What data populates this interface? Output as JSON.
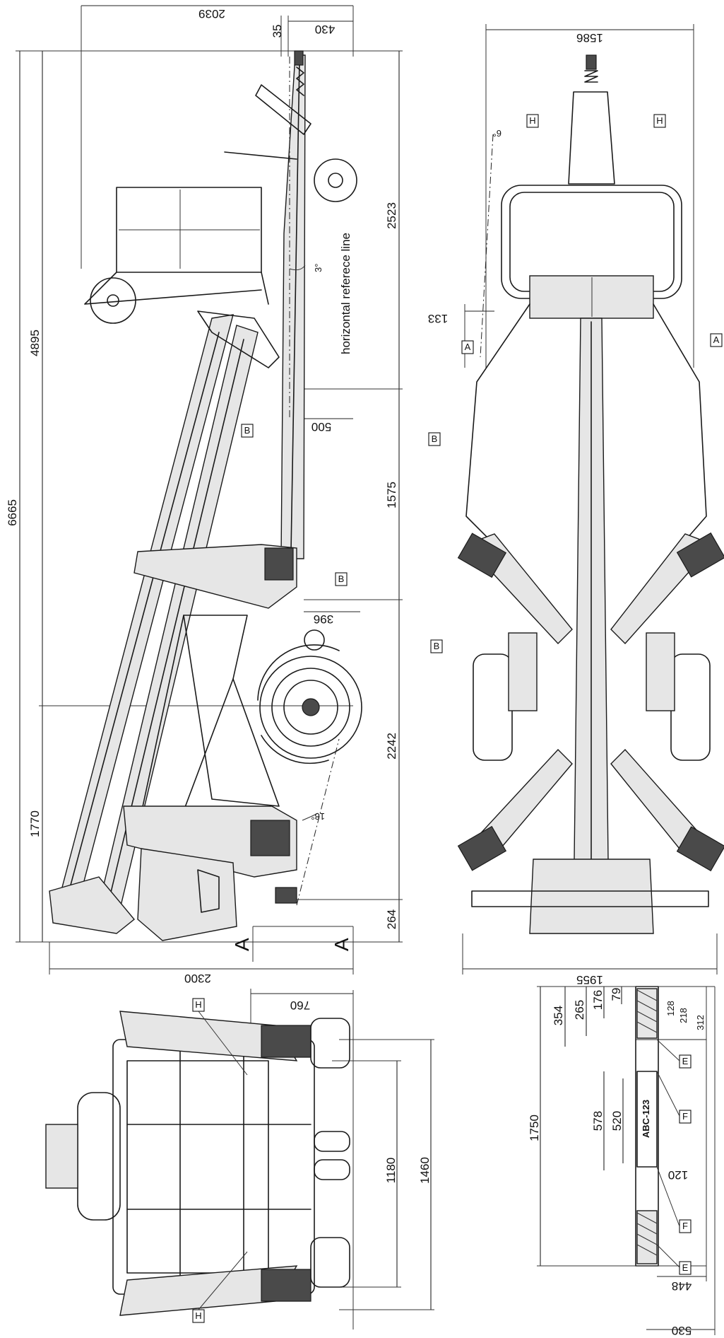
{
  "side_view": {
    "dim_top": "2039",
    "dim_35": "35",
    "dim_430": "430",
    "dim_total_length": "6665",
    "dim_4895": "4895",
    "dim_1770": "1770",
    "dim_2523": "2523",
    "dim_1575": "1575",
    "dim_2242": "2242",
    "dim_264": "264",
    "dim_500": "500",
    "dim_396": "396",
    "dim_2300": "2300",
    "angle_3": "3°",
    "angle_18": "18°",
    "reference_line": "horizontal referece line",
    "label_b1": "B",
    "label_b2": "B",
    "section_a1": "A",
    "section_a2": "A"
  },
  "top_view": {
    "dim_width_top": "1586",
    "dim_width_bottom": "1955",
    "dim_133": "133",
    "angle_6": "6°",
    "label_h_left": "H",
    "label_h_right": "H",
    "label_a_left": "A",
    "label_a_right": "A",
    "label_b_left": "B",
    "label_b_lower": "B"
  },
  "rear_view": {
    "dim_760": "760",
    "dim_1180": "1180",
    "dim_1460": "1460",
    "label_h_top": "H",
    "label_h_bottom": "H"
  },
  "plate_detail": {
    "dim_176": "176",
    "dim_79": "79",
    "dim_354": "354",
    "dim_265": "265",
    "dim_128": "128",
    "dim_218": "218",
    "dim_312": "312",
    "dim_1750": "1750",
    "dim_578": "578",
    "dim_520": "520",
    "dim_120": "120",
    "dim_448": "448",
    "dim_530": "530",
    "plate_text": "ABC-123",
    "label_e1": "E",
    "label_f1": "F",
    "label_f2": "F",
    "label_e2": "E"
  }
}
